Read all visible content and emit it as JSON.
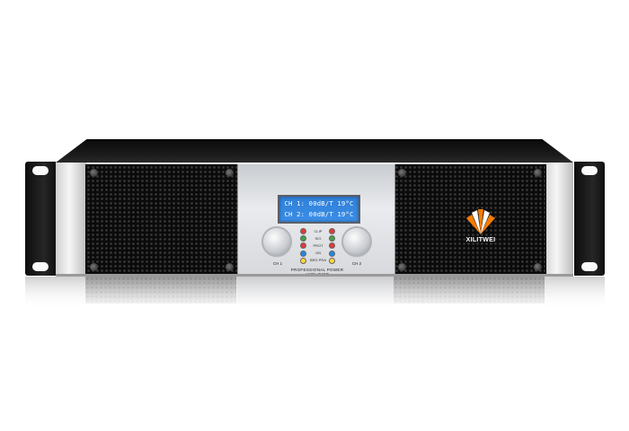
{
  "image": {
    "subject": "amplifier",
    "background_color": "#ffffff"
  },
  "display": {
    "line1": "CH 1: 00dB/T 19°C",
    "line2": "CH 2: 00dB/T 19°C",
    "color": "#3b8ee6"
  },
  "indicators": [
    {
      "label": "CLIP",
      "left_color": "#e53935",
      "right_color": "#e53935"
    },
    {
      "label": "SIG",
      "left_color": "#43a047",
      "right_color": "#43a047"
    },
    {
      "label": "PROT",
      "left_color": "#e53935",
      "right_color": "#e53935"
    },
    {
      "label": "ON",
      "left_color": "#1e88e5",
      "right_color": "#1e88e5"
    },
    {
      "label": "BRG PRA",
      "left_color": "#fdd835",
      "right_color": "#fdd835"
    }
  ],
  "knobs": {
    "ch1_label": "CH 1",
    "ch2_label": "CH 2"
  },
  "panel": {
    "model_text": "PROFESSIONAL POWER AMPLIFIER"
  },
  "logo": {
    "brand_text": "XILITWEI",
    "icon": "fan-logo-icon"
  }
}
